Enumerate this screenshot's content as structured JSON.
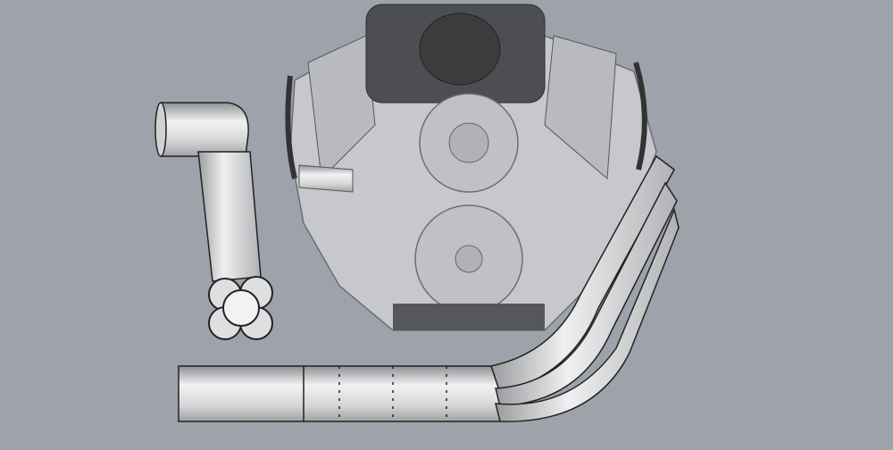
{
  "viewport": {
    "background_color": "#9ea3ab",
    "model_parts": [
      {
        "name": "engine-block",
        "color": "#c9cbce"
      },
      {
        "name": "intake-manifold",
        "color": "#4a4b4d"
      },
      {
        "name": "intake-pipe",
        "color": "#e4e5e7"
      },
      {
        "name": "exhaust-header",
        "color": "#e4e5e7"
      }
    ]
  }
}
